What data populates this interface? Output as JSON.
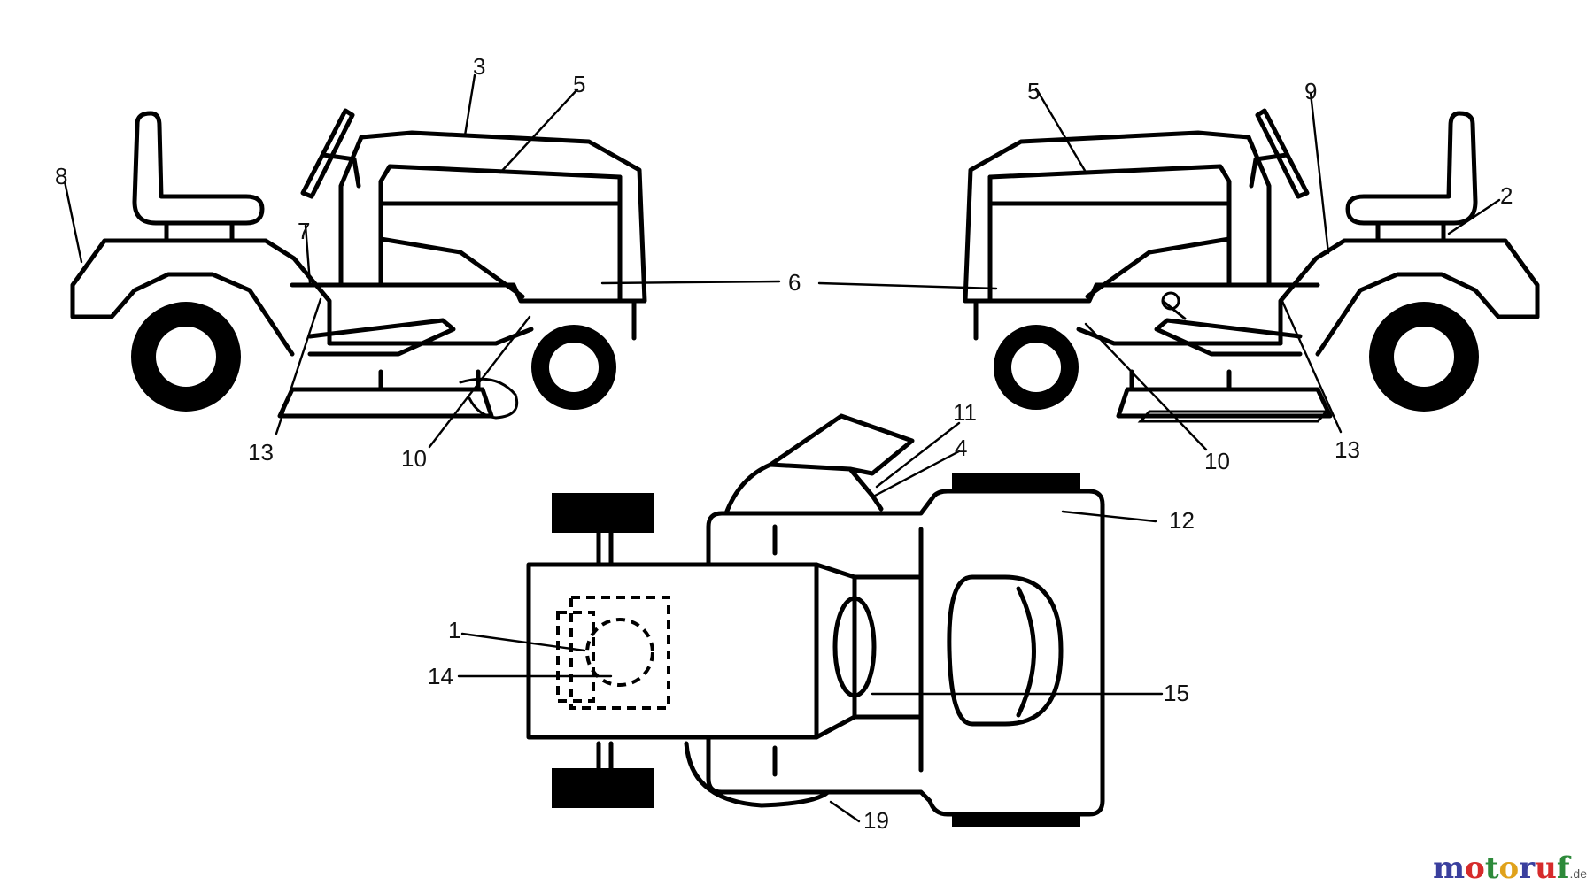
{
  "labels": {
    "l1": "1",
    "l2": "2",
    "l3": "3",
    "l4": "4",
    "l5a": "5",
    "l5b": "5",
    "l6": "6",
    "l7": "7",
    "l8": "8",
    "l9": "9",
    "l10a": "10",
    "l10b": "10",
    "l11": "11",
    "l12": "12",
    "l13a": "13",
    "l13b": "13",
    "l14": "14",
    "l15": "15",
    "l19": "19"
  },
  "watermark": {
    "letters": [
      "m",
      "o",
      "t",
      "o",
      "r",
      "u",
      "f"
    ],
    "letter_colors": [
      "#3a3f9e",
      "#d62b2b",
      "#2d8a3a",
      "#e0a21b",
      "#3a3f9e",
      "#d62b2b",
      "#2d8a3a"
    ],
    "suffix": ".de"
  }
}
